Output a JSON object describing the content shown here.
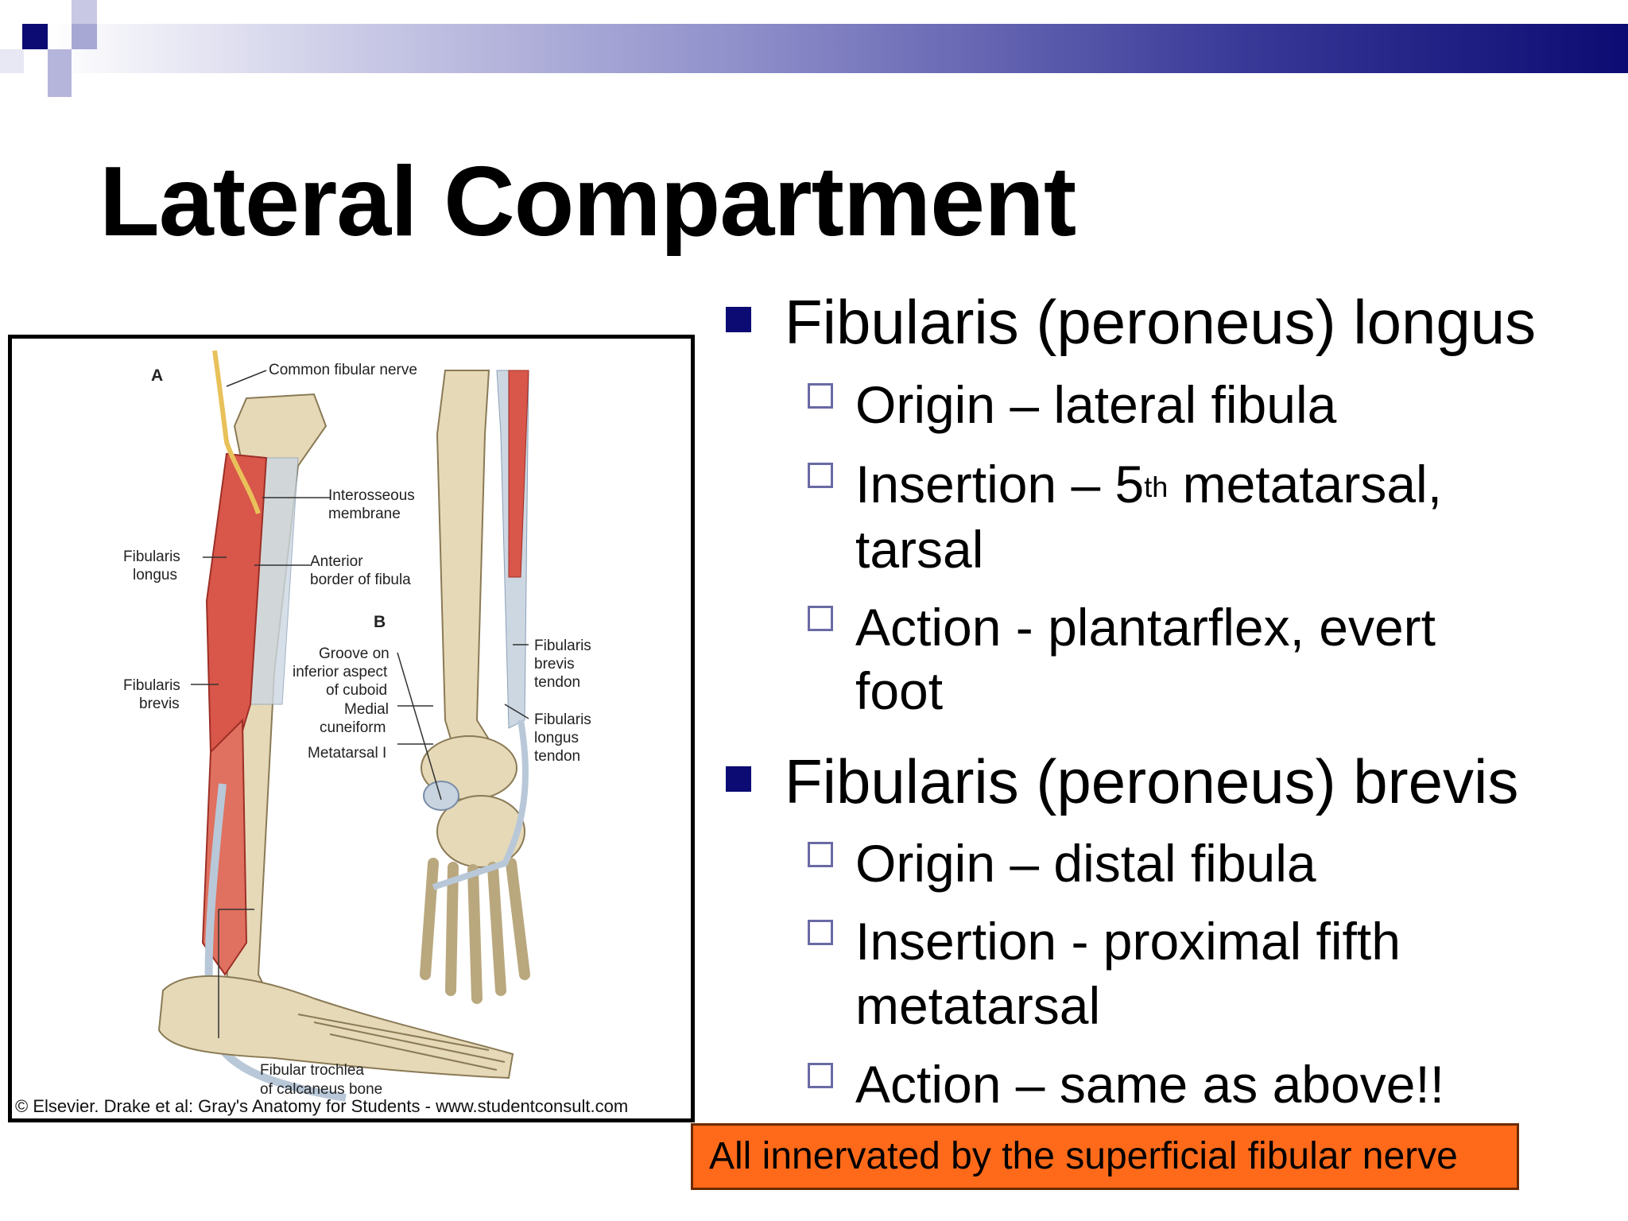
{
  "slide": {
    "title": "Lateral Compartment",
    "figure": {
      "labels": {
        "panel_a": "A",
        "panel_b": "B",
        "common_fibular_nerve": "Common fibular nerve",
        "interosseous_1": "Interosseous",
        "interosseous_2": "membrane",
        "fib_longus_1": "Fibularis",
        "fib_longus_2": "longus",
        "anterior_1": "Anterior",
        "anterior_2": "border of fibula",
        "fib_brevis_1": "Fibularis",
        "fib_brevis_2": "brevis",
        "groove_1": "Groove on",
        "groove_2": "inferior aspect",
        "groove_3": "of cuboid",
        "medial_1": "Medial",
        "medial_2": "cuneiform",
        "metatarsal_i": "Metatarsal I",
        "fb_tendon_1": "Fibularis",
        "fb_tendon_2": "brevis",
        "fb_tendon_3": "tendon",
        "fl_tendon_1": "Fibularis",
        "fl_tendon_2": "longus",
        "fl_tendon_3": "tendon",
        "trochlea_1": "Fibular trochlea",
        "trochlea_2": "of calcaneus bone"
      },
      "copyright": "© Elsevier. Drake et al: Gray's Anatomy for Students - www.studentconsult.com"
    },
    "bullets": {
      "longus": {
        "heading": "Fibularis (peroneus) longus",
        "origin": "Origin – lateral fibula",
        "insertion_pre": "Insertion – 5",
        "insertion_sup": "th",
        "insertion_post": " metatarsal,",
        "insertion_line2": "tarsal",
        "action_line1": "Action - plantarflex, evert",
        "action_line2": "foot"
      },
      "brevis": {
        "heading": "Fibularis (peroneus) brevis",
        "origin": "Origin – distal fibula",
        "insertion_line1": "Insertion - proximal fifth",
        "insertion_line2": "metatarsal",
        "action": "Action – same as above!!"
      }
    },
    "banner": "All innervated by the superficial fibular nerve",
    "colors": {
      "accent_navy": "#0b0b73",
      "banner_orange": "#ff6a1a",
      "muscle_red": "#d9564a",
      "bone": "#e8dcc0"
    }
  }
}
